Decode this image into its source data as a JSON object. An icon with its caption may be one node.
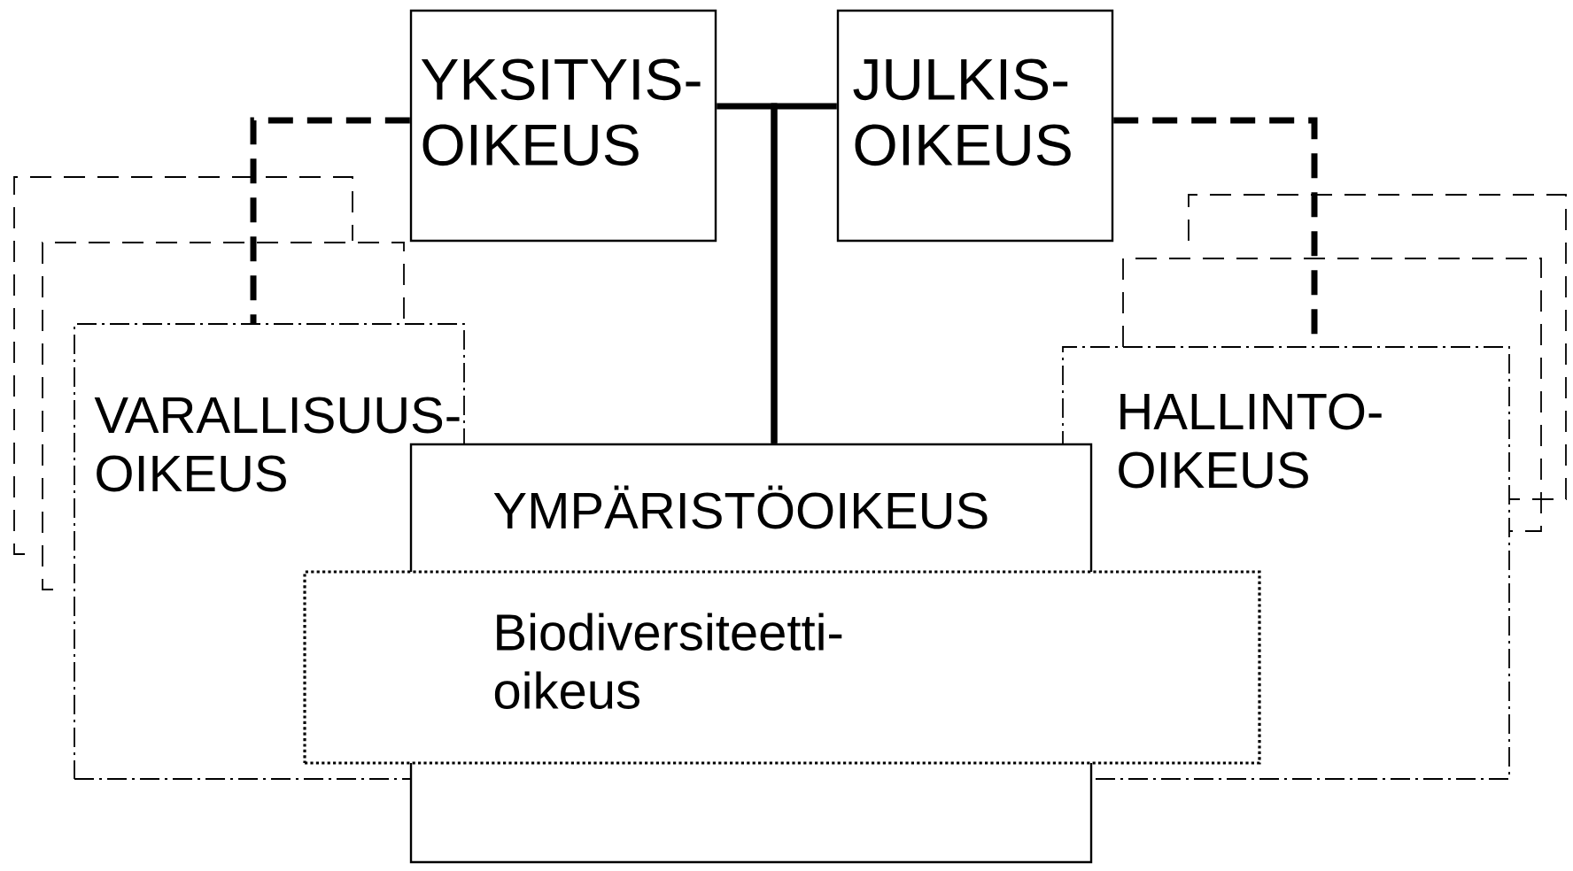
{
  "diagram": {
    "nodes": [
      {
        "text": [
          "YKSITYIS- OIKEUS"
        ]
      },
      {
        "text": [
          "JULKIS- OIKEUS"
        ]
      },
      {
        "text": [
          "VARALLISUUS- OIKEUS"
        ]
      },
      {
        "text": [
          "HALLINTO- OIKEUS"
        ]
      },
      {
        "text": [
          "YMPÄRISTÖOIKEUS"
        ]
      },
      {
        "text": [
          "Biodiversiteetti- oikeus"
        ]
      }
    ],
    "edges": [
      {
        "from": 0,
        "to": 4,
        "arrow": "none"
      },
      {
        "from": 1,
        "to": 4,
        "arrow": "none"
      },
      {
        "from": 0,
        "to": 2,
        "arrow": "none",
        "style": "dashed"
      },
      {
        "from": 1,
        "to": 3,
        "arrow": "none",
        "style": "dashed"
      }
    ]
  }
}
